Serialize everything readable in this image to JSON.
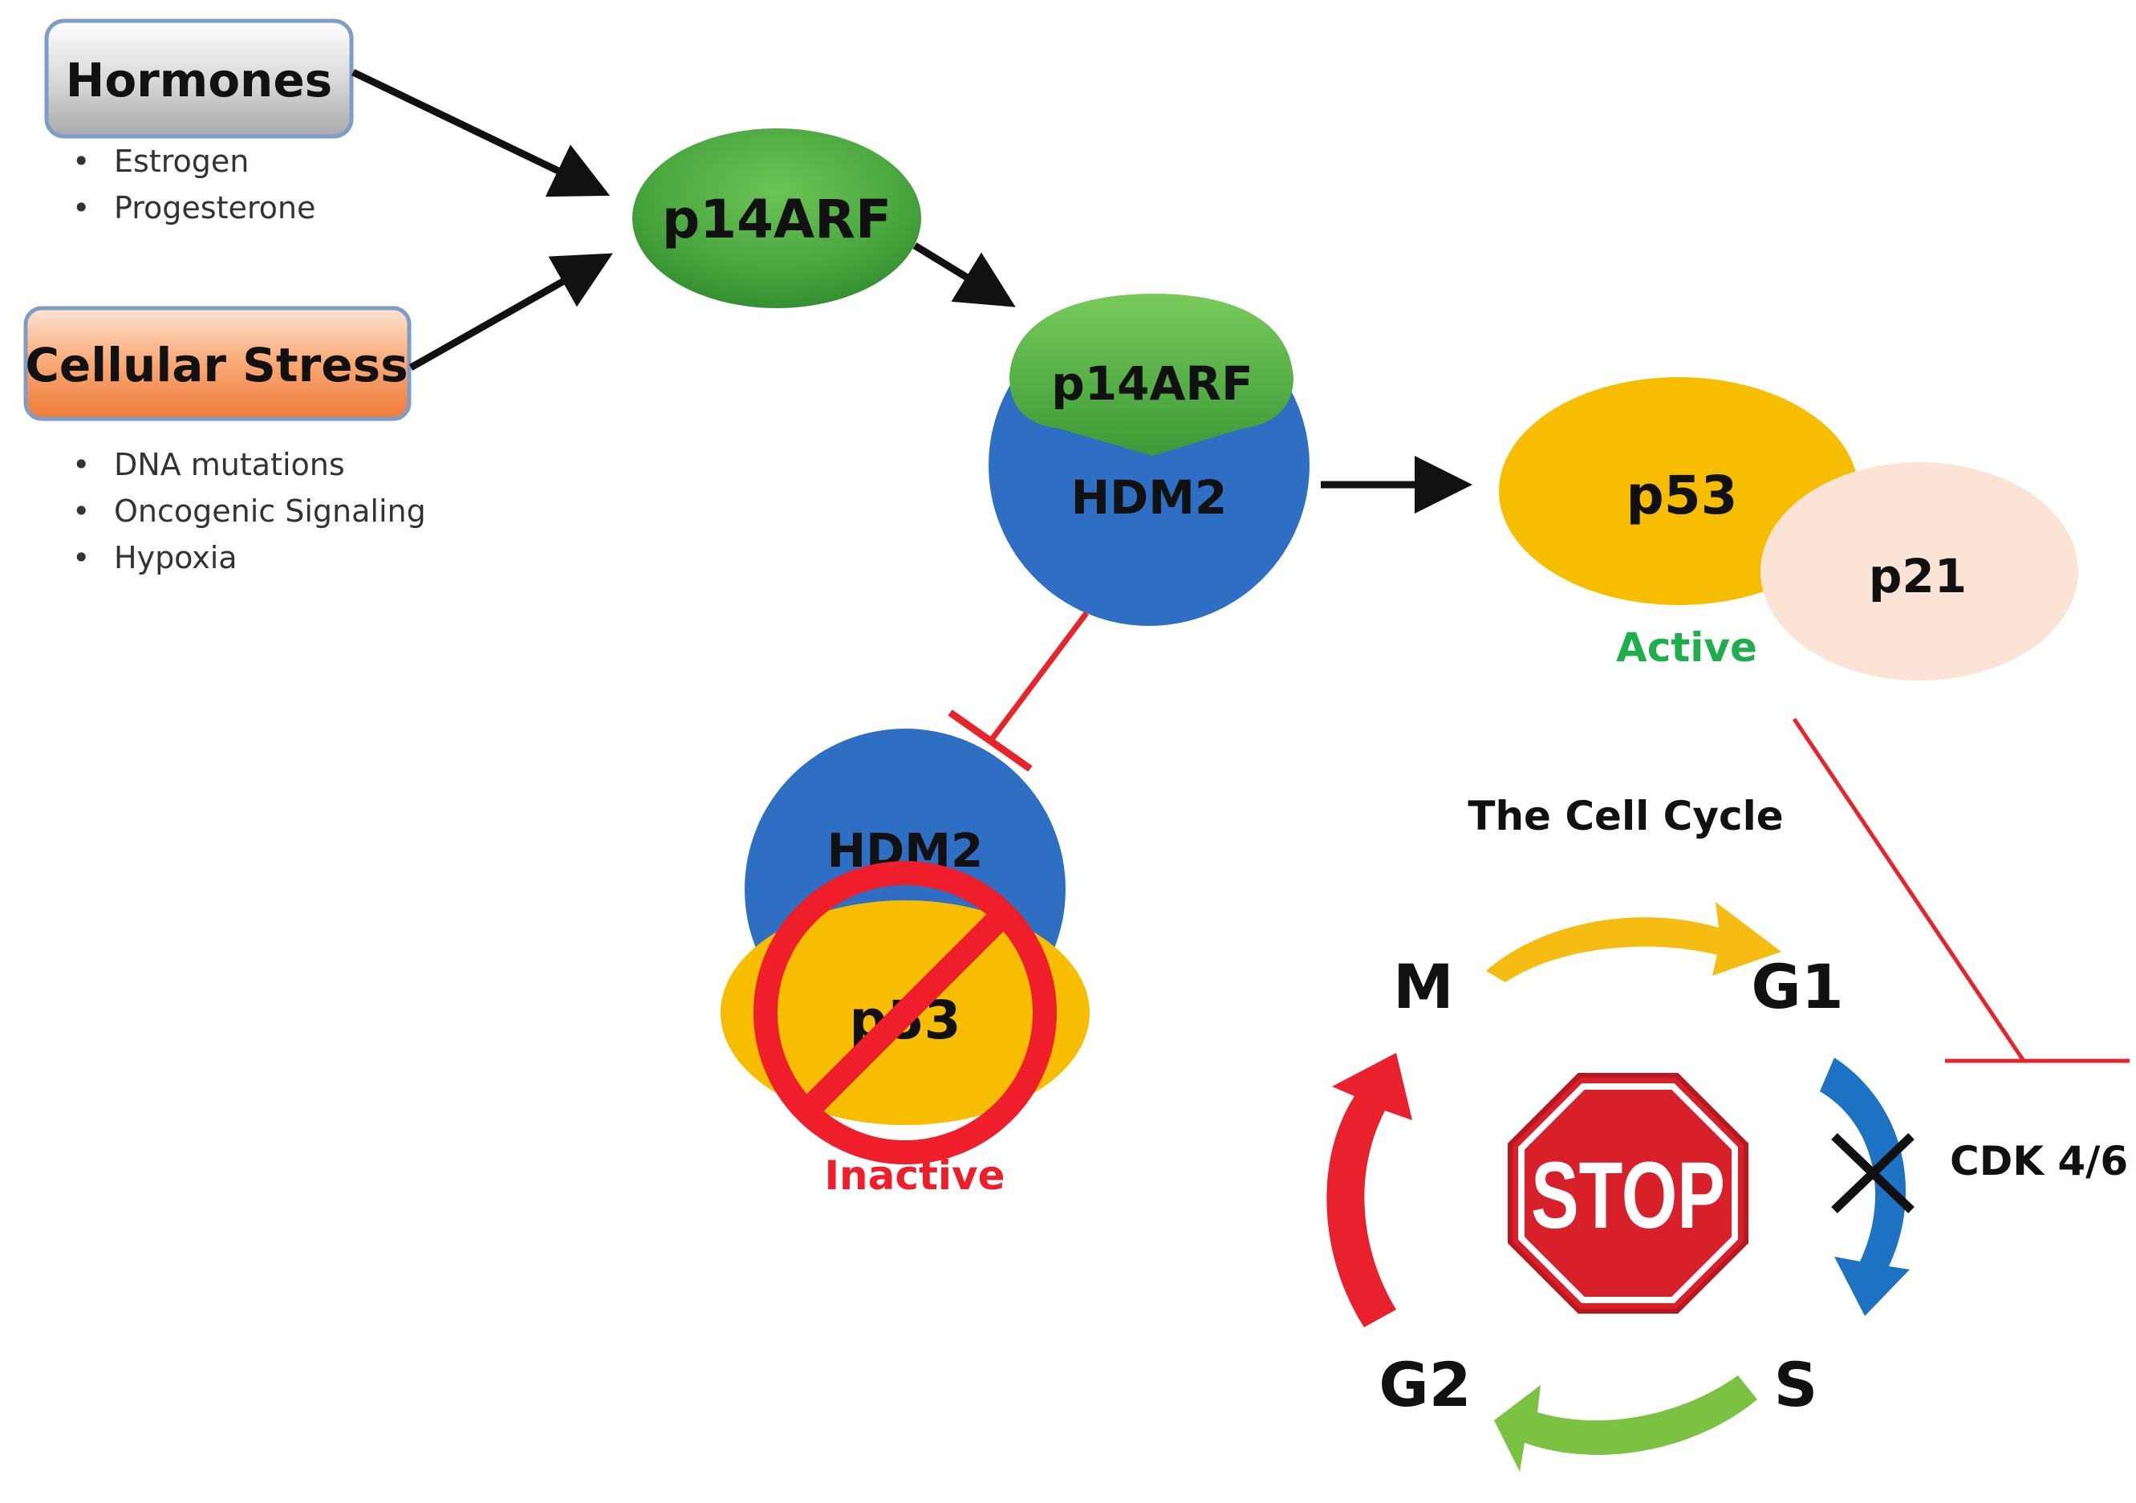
{
  "inputs": {
    "hormones": {
      "label": "Hormones",
      "items": [
        "Estrogen",
        "Progesterone"
      ]
    },
    "stress": {
      "label": "Cellular Stress",
      "items": [
        "DNA mutations",
        "Oncogenic Signaling",
        "Hypoxia"
      ]
    }
  },
  "nodes": {
    "p14arf": "p14ARF",
    "complex_p14arf": "p14ARF",
    "complex_hdm2": "HDM2",
    "active_p53": "p53",
    "active_p21": "p21",
    "inactive_hdm2": "HDM2",
    "inactive_p53": "p53"
  },
  "states": {
    "active": "Active",
    "inactive": "Inactive"
  },
  "cell_cycle": {
    "title": "The Cell Cycle",
    "phases": {
      "m": "M",
      "g1": "G1",
      "s": "S",
      "g2": "G2"
    },
    "stop": "STOP",
    "inhibited": "CDK 4/6"
  },
  "colors": {
    "green": "#4aa83f",
    "blue": "#2f6fc3",
    "yellow": "#f7bd00",
    "peach": "#fbe4d6",
    "inhibit_red": "#e8242b",
    "active_green": "#1fae4b",
    "inactive_red": "#ee1f2a",
    "arrow_yellow": "#f5bd12",
    "arrow_blue": "#1d72c4",
    "arrow_green": "#7cc242",
    "arrow_red": "#e8212c"
  }
}
